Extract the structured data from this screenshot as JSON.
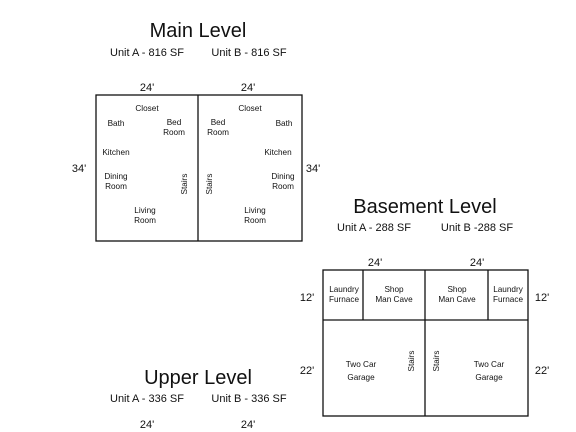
{
  "main_level": {
    "title": "Main Level",
    "unit_a": "Unit A - 816 SF",
    "unit_b": "Unit B - 816 SF",
    "width_a": "24'",
    "width_b": "24'",
    "depth_left": "34'",
    "depth_right": "34'",
    "rooms": {
      "a_closet": "Closet",
      "a_bath": "Bath",
      "a_bedroom_1": "Bed",
      "a_bedroom_2": "Room",
      "a_kitchen": "Kitchen",
      "a_dining_1": "Dining",
      "a_dining_2": "Room",
      "a_stairs": "Stairs",
      "a_living_1": "Living",
      "a_living_2": "Room",
      "b_closet": "Closet",
      "b_bedroom_1": "Bed",
      "b_bedroom_2": "Room",
      "b_bath": "Bath",
      "b_kitchen": "Kitchen",
      "b_dining_1": "Dining",
      "b_dining_2": "Room",
      "b_stairs": "Stairs",
      "b_living_1": "Living",
      "b_living_2": "Room"
    }
  },
  "basement_level": {
    "title": "Basement  Level",
    "unit_a": "Unit A - 288 SF",
    "unit_b": "Unit B -288 SF",
    "width_a": "24'",
    "width_b": "24'",
    "top_depth_left": "12'",
    "top_depth_right": "12'",
    "bottom_depth_left": "22'",
    "bottom_depth_right": "22'",
    "rooms": {
      "a_laundry_1": "Laundry",
      "a_laundry_2": "Furnace",
      "a_shop_1": "Shop",
      "a_shop_2": "Man Cave",
      "b_shop_1": "Shop",
      "b_shop_2": "Man Cave",
      "b_laundry_1": "Laundry",
      "b_laundry_2": "Furnace",
      "a_garage_1": "Two Car",
      "a_garage_2": "Garage",
      "a_stairs": "Stairs",
      "b_stairs": "Stairs",
      "b_garage_1": "Two Car",
      "b_garage_2": "Garage"
    }
  },
  "upper_level": {
    "title": "Upper Level",
    "unit_a": "Unit A - 336 SF",
    "unit_b": "Unit B - 336 SF",
    "width_a": "24'",
    "width_b": "24'"
  }
}
